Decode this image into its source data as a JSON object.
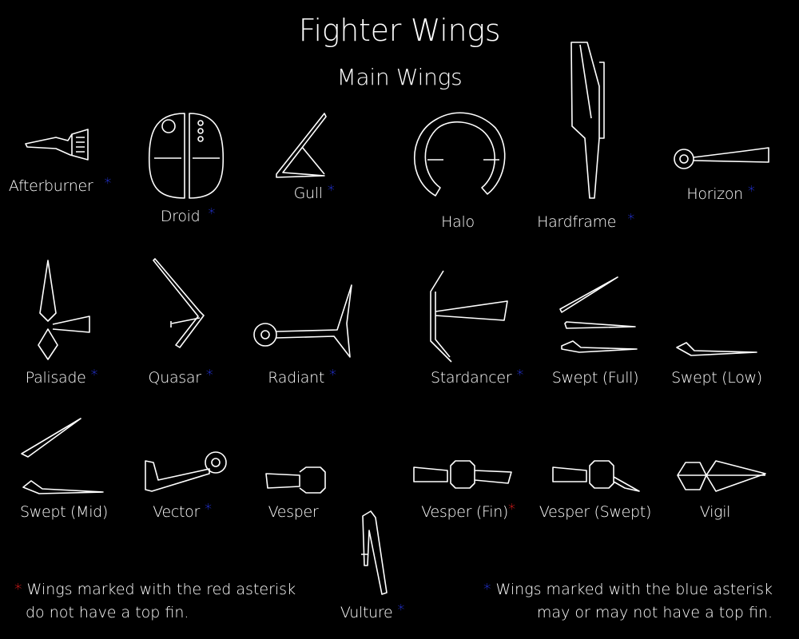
{
  "title": "Fighter Wings",
  "subtitle": "Main Wings",
  "colors": {
    "background": "#000000",
    "text": "#ffffff",
    "blue_asterisk": "#2a3cff",
    "red_asterisk": "#ff2020"
  },
  "asterisk": "*",
  "wings": [
    {
      "name": "Afterburner",
      "marker": "blue"
    },
    {
      "name": "Droid",
      "marker": "blue"
    },
    {
      "name": "Gull",
      "marker": "blue"
    },
    {
      "name": "Halo",
      "marker": "none"
    },
    {
      "name": "Hardframe",
      "marker": "blue"
    },
    {
      "name": "Horizon",
      "marker": "blue"
    },
    {
      "name": "Palisade",
      "marker": "blue"
    },
    {
      "name": "Quasar",
      "marker": "blue"
    },
    {
      "name": "Radiant",
      "marker": "blue"
    },
    {
      "name": "Stardancer",
      "marker": "blue"
    },
    {
      "name": "Swept (Full)",
      "marker": "none"
    },
    {
      "name": "Swept (Low)",
      "marker": "none"
    },
    {
      "name": "Swept (Mid)",
      "marker": "none"
    },
    {
      "name": "Vector",
      "marker": "blue"
    },
    {
      "name": "Vesper",
      "marker": "none"
    },
    {
      "name": "Vesper (Fin)",
      "marker": "red"
    },
    {
      "name": "Vesper (Swept)",
      "marker": "none"
    },
    {
      "name": "Vigil",
      "marker": "none"
    },
    {
      "name": "Vulture",
      "marker": "blue"
    }
  ],
  "notes": {
    "red": {
      "line1": "Wings marked with the red asterisk",
      "line2": "do not have a top fin."
    },
    "blue": {
      "line1": "Wings marked with the blue asterisk",
      "line2": "may or may not have a top fin."
    }
  }
}
